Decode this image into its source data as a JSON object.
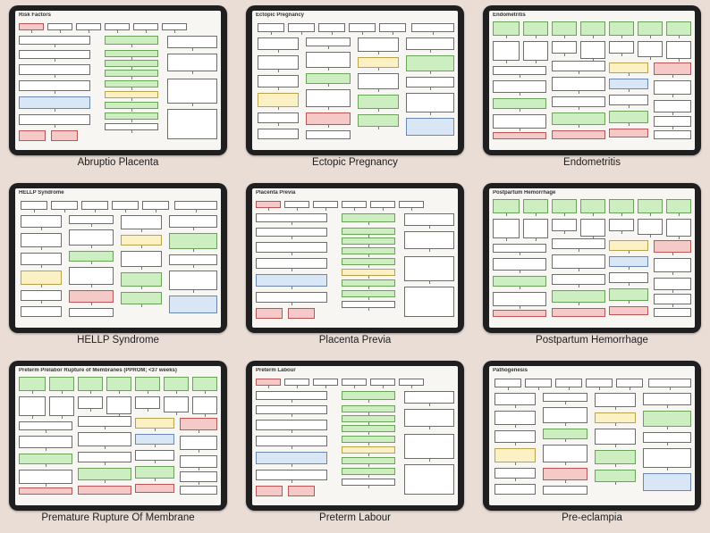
{
  "tiles": [
    {
      "title": "Abruptio Placenta",
      "sheet_heading": "Risk Factors",
      "layout": "a"
    },
    {
      "title": "Ectopic Pregnancy",
      "sheet_heading": "Ectopic Pregnancy",
      "layout": "b"
    },
    {
      "title": "Endometritis",
      "sheet_heading": "Endometritis",
      "layout": "c"
    },
    {
      "title": "HELLP Syndrome",
      "sheet_heading": "HELLP Syndrome",
      "layout": "b"
    },
    {
      "title": "Placenta Previa",
      "sheet_heading": "Placenta Previa",
      "layout": "a"
    },
    {
      "title": "Postpartum Hemorrhage",
      "sheet_heading": "Postpartum Hemorrhage",
      "layout": "c"
    },
    {
      "title": "Premature Rupture Of Membrane",
      "sheet_heading": "Preterm Prelabor Rupture of Membranes (PPROM; <37 weeks)",
      "layout": "c"
    },
    {
      "title": "Preterm Labour",
      "sheet_heading": "Preterm Labour",
      "layout": "a"
    },
    {
      "title": "Pre-eclampia",
      "sheet_heading": "Pathogenesis",
      "layout": "b"
    }
  ]
}
